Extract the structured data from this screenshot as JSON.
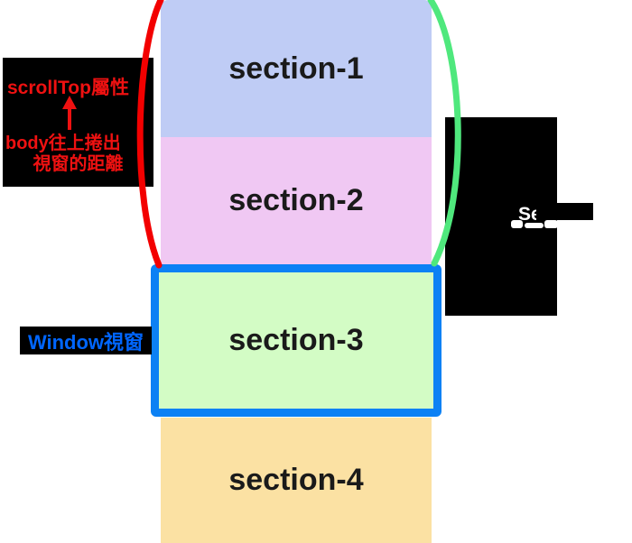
{
  "diagram": {
    "title_context": "scrollTop concept diagram",
    "sections": [
      {
        "id": "section-1",
        "label": "section-1",
        "color": "#bfccf5"
      },
      {
        "id": "section-2",
        "label": "section-2",
        "color": "#f0c8f3"
      },
      {
        "id": "section-3",
        "label": "section-3",
        "color": "#d3fcc5"
      },
      {
        "id": "section-4",
        "label": "section-4",
        "color": "#fbe1a3"
      }
    ],
    "scrolltop_annotation": {
      "line1": "scrollTop屬性",
      "arrow_icon": "up-arrow",
      "line2": "body往上捲出",
      "line3": "視窗的距離"
    },
    "window_label": "Window視窗",
    "right_panel": {
      "visible_text": "Se",
      "note": ""
    },
    "colors": {
      "viewport_border_blue": "#0c81f4",
      "left_arc_red": "#f30000",
      "right_arc_green": "#4fe87d",
      "annotation_red": "#ee1111",
      "window_label_blue": "#0066ff",
      "label_background": "#000000"
    }
  }
}
